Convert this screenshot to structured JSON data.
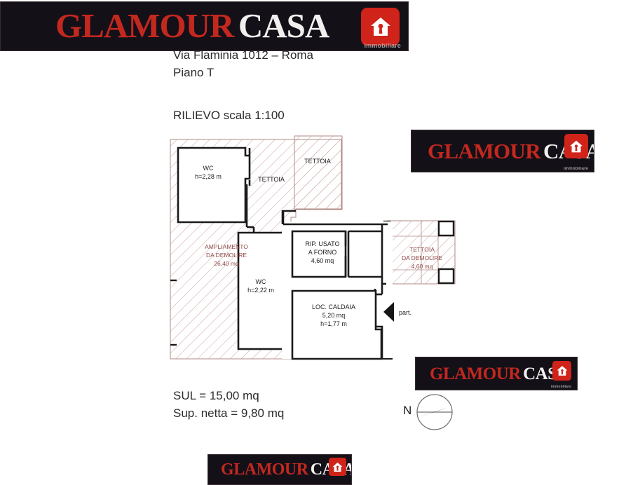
{
  "document": {
    "address": "Via Flaminia 1012 – Roma",
    "floor": "Piano T",
    "survey_title": "RILIEVO scala 1:100",
    "sul": "SUL = 15,00 mq",
    "net_area": "Sup. netta = 9,80 mq"
  },
  "brand": {
    "word_primary": "GLAMOUR",
    "word_secondary": "CASA",
    "tagline": "immobiliare",
    "icon": "house-keyhole-icon",
    "color_primary": "#c3281f",
    "color_secondary": "#f2f0ee",
    "color_background": "#141018",
    "color_badge": "#d0231a"
  },
  "plan": {
    "rooms": [
      {
        "id": "wc-top",
        "name": "WC",
        "height": "h=2,28 m",
        "area": ""
      },
      {
        "id": "tettoia-mid",
        "name": "TETTOIA",
        "height": "",
        "area": ""
      },
      {
        "id": "tettoia-top",
        "name": "TETTOIA",
        "height": "",
        "area": ""
      },
      {
        "id": "ampliamento",
        "name": "AMPLIAMENTO",
        "name2": "DA DEMOLIRE",
        "area": "26,40 mq"
      },
      {
        "id": "wc-bottom",
        "name": "WC",
        "height": "h=2,22 m",
        "area": ""
      },
      {
        "id": "rip-forno",
        "name": "RIP. USATO",
        "name2": "A FORNO",
        "area": "4,60 mq"
      },
      {
        "id": "tettoia-demo",
        "name": "TETTOIA",
        "name2": "DA DEMOLIRE",
        "area": "4,60 mq"
      },
      {
        "id": "loc-caldaia",
        "name": "LOC. CALDAIA",
        "area": "5,20 mq",
        "height": "h=1,77 m"
      }
    ],
    "annotations": {
      "partition_marker": "part."
    },
    "compass": {
      "north_label": "N"
    },
    "colors": {
      "wall": "#1a1a1a",
      "hatch": "#c4a09c",
      "outline_demolish": "#b08a86",
      "fill": "#ffffff"
    }
  }
}
